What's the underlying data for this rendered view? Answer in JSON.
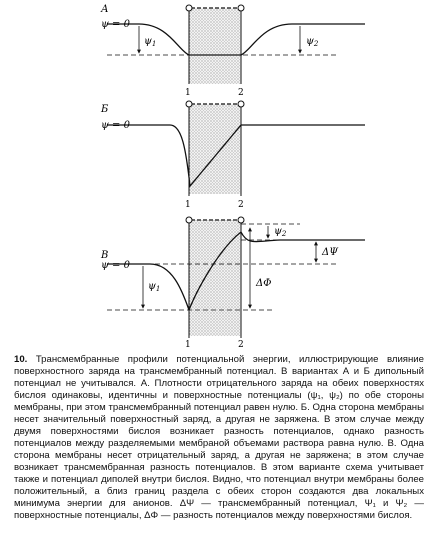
{
  "figure": {
    "panels": [
      {
        "letter": "А",
        "psi_label": "ψ = 0",
        "psi1_label": "ψ",
        "psi1_sub": "1",
        "psi2_label": "ψ",
        "psi2_sub": "2",
        "edge1_label": "1",
        "edge2_label": "2"
      },
      {
        "letter": "Б",
        "psi_label": "ψ = 0",
        "edge1_label": "1",
        "edge2_label": "2"
      },
      {
        "letter": "В",
        "psi_label": "ψ = 0",
        "psi1_label": "ψ",
        "psi1_sub": "1",
        "psi2_label": "ψ",
        "psi2_sub": "2",
        "dpsi_label": "ΔΨ",
        "dphi_label": "ΔΦ",
        "edge1_label": "1",
        "edge2_label": "2"
      }
    ]
  },
  "caption": {
    "number": "10.",
    "text": "Трансмембранные профили потенциальной энергии, иллюстрирующие влияние поверхностного заряда на трансмембранный потенциал. В вариантах А и Б дипольный потенциал не учитывался. А. Плотности отрицательного заряда на обеих поверхностях бислоя одинаковы, идентичны и поверхностные потенциалы (ψ₁, ψ₂) по обе стороны мембраны, при этом трансмембранный потенциал равен нулю. Б. Одна сторона мембраны несет значительный поверхностный заряд, а другая не заряжена. В этом случае между двумя поверхностями бислоя возникает разность потенциалов, однако разность потенциалов между разделяемыми мембраной объемами раствора равна нулю. В. Одна сторона мембраны несет отрицательный заряд, а другая не заряжена; в этом случае возникает трансмембранная разность потенциалов. В этом варианте схема учитывает также и потенциал диполей внутри бислоя. Видно, что потенциал внутри мембраны более положительный, а близ границ раздела с обеих сторон создаются два локальных минимума энергии для анионов. ΔΨ — трансмембранный потенциал, Ψ₁ и Ψ₂ — поверхностные потенциалы, ΔΦ — разность потенциалов между поверхностями бислоя."
  }
}
